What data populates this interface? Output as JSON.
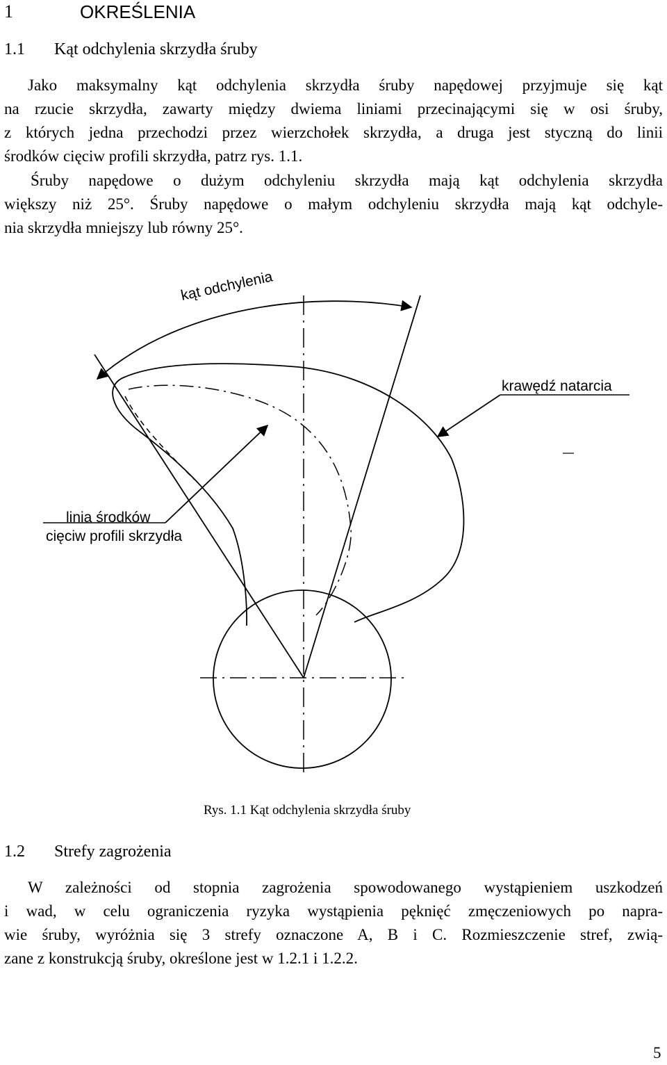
{
  "section": {
    "number": "1",
    "title": "OKREŚLENIA"
  },
  "subsection1": {
    "number": "1.1",
    "title": "Kąt odchylenia skrzydła śruby"
  },
  "para1": [
    "Jako maksymalny kąt odchylenia skrzydła śruby napędowej przyjmuje się kąt",
    "na rzucie skrzydła, zawarty między dwiema liniami przecinającymi się w osi śruby,",
    "z których jedna przechodzi przez wierzchołek skrzydła, a druga jest styczną do linii",
    "środków cięciw profili skrzydła, patrz rys. 1.1."
  ],
  "para2": [
    "Śruby napędowe o dużym odchyleniu skrzydła mają kąt odchylenia skrzydła",
    "większy niż 25°. Śruby napędowe o małym odchyleniu skrzydła mają kąt odchyle-",
    "nia skrzydła mniejszy lub równy 25°."
  ],
  "figure": {
    "label_angle": "kąt odchylenia",
    "label_leading_edge": "krawędź natarcia",
    "label_midchord_1": "linia środków",
    "label_midchord_2": "cięciw profili skrzydła",
    "caption": "Rys. 1.1 Kąt odchylenia skrzydła śruby"
  },
  "subsection2": {
    "number": "1.2",
    "title": "Strefy zagrożenia"
  },
  "para3": [
    "W zależności od stopnia zagrożenia spowodowanego wystąpieniem uszkodzeń",
    "i wad, w celu ograniczenia ryzyka wystąpienia pęknięć zmęczeniowych po napra-",
    "wie śruby, wyróżnia się 3 strefy oznaczone A, B i C. Rozmieszczenie stref, zwią-",
    "zane z konstrukcją śruby, określone jest w 1.2.1 i 1.2.2."
  ],
  "page_number": "5"
}
